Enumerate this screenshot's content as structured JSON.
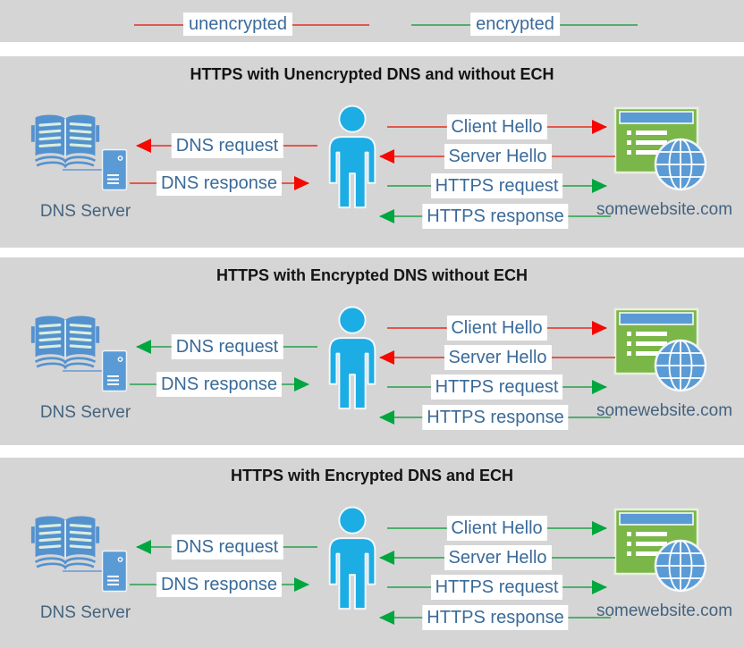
{
  "legend": {
    "unencrypted": {
      "label": "unencrypted",
      "line_color": "#e2574c"
    },
    "encrypted": {
      "label": "encrypted",
      "line_color": "#4fae6d"
    }
  },
  "icon_colors": {
    "dns_blue": "#5492cf",
    "server_blue": "#5b9bd5",
    "person_blue": "#1cade4",
    "website_green": "#7ab648",
    "web_blue": "#5b9bd5"
  },
  "panels": [
    {
      "title": "HTTPS with Unencrypted DNS and without ECH",
      "dns_server_label": "DNS Server",
      "website_label": "somewebsite.com",
      "arrows": {
        "dns_request": {
          "label": "DNS request",
          "direction": "left",
          "line_color": "#e2574c",
          "head_color": "#f50800"
        },
        "dns_response": {
          "label": "DNS response",
          "direction": "right",
          "line_color": "#e2574c",
          "head_color": "#f50800"
        },
        "client_hello": {
          "label": "Client Hello",
          "direction": "right",
          "line_color": "#e2574c",
          "head_color": "#f50800"
        },
        "server_hello": {
          "label": "Server Hello",
          "direction": "left",
          "line_color": "#e2574c",
          "head_color": "#f50800"
        },
        "https_request": {
          "label": "HTTPS request",
          "direction": "right",
          "line_color": "#4fae6d",
          "head_color": "#00a63e"
        },
        "https_response": {
          "label": "HTTPS response",
          "direction": "left",
          "line_color": "#4fae6d",
          "head_color": "#00a63e"
        }
      }
    },
    {
      "title": "HTTPS with Encrypted DNS without ECH",
      "dns_server_label": "DNS Server",
      "website_label": "somewebsite.com",
      "arrows": {
        "dns_request": {
          "label": "DNS request",
          "direction": "left",
          "line_color": "#4fae6d",
          "head_color": "#00a63e"
        },
        "dns_response": {
          "label": "DNS response",
          "direction": "right",
          "line_color": "#4fae6d",
          "head_color": "#00a63e"
        },
        "client_hello": {
          "label": "Client Hello",
          "direction": "right",
          "line_color": "#e2574c",
          "head_color": "#f50800"
        },
        "server_hello": {
          "label": "Server Hello",
          "direction": "left",
          "line_color": "#e2574c",
          "head_color": "#f50800"
        },
        "https_request": {
          "label": "HTTPS request",
          "direction": "right",
          "line_color": "#4fae6d",
          "head_color": "#00a63e"
        },
        "https_response": {
          "label": "HTTPS response",
          "direction": "left",
          "line_color": "#4fae6d",
          "head_color": "#00a63e"
        }
      }
    },
    {
      "title": "HTTPS with Encrypted DNS and ECH",
      "dns_server_label": "DNS Server",
      "website_label": "somewebsite.com",
      "arrows": {
        "dns_request": {
          "label": "DNS request",
          "direction": "left",
          "line_color": "#4fae6d",
          "head_color": "#00a63e"
        },
        "dns_response": {
          "label": "DNS response",
          "direction": "right",
          "line_color": "#4fae6d",
          "head_color": "#00a63e"
        },
        "client_hello": {
          "label": "Client Hello",
          "direction": "right",
          "line_color": "#4fae6d",
          "head_color": "#00a63e"
        },
        "server_hello": {
          "label": "Server Hello",
          "direction": "left",
          "line_color": "#4fae6d",
          "head_color": "#00a63e"
        },
        "https_request": {
          "label": "HTTPS request",
          "direction": "right",
          "line_color": "#4fae6d",
          "head_color": "#00a63e"
        },
        "https_response": {
          "label": "HTTPS response",
          "direction": "left",
          "line_color": "#4fae6d",
          "head_color": "#00a63e"
        }
      }
    }
  ]
}
